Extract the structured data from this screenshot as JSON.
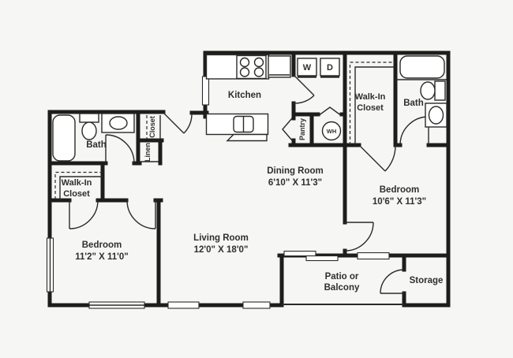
{
  "plan": {
    "type": "apartment-floor-plan",
    "rooms": {
      "kitchen": {
        "name": "Kitchen"
      },
      "dining": {
        "name": "Dining Room",
        "dims": "6'10\" X 11'3\""
      },
      "living": {
        "name": "Living Room",
        "dims": "12'0\" X 18'0\""
      },
      "bedroom_left": {
        "name": "Bedroom",
        "dims": "11'2\" X 11'0\""
      },
      "bedroom_right": {
        "name": "Bedroom",
        "dims": "10'6\" X 11'3\""
      },
      "bath_left": {
        "name": "Bath"
      },
      "bath_right": {
        "name": "Bath"
      },
      "walkin_left": {
        "line1": "Walk-In",
        "line2": "Closet"
      },
      "walkin_right": {
        "line1": "Walk-In",
        "line2": "Closet"
      },
      "patio": {
        "line1": "Patio or",
        "line2": "Balcony"
      },
      "storage": {
        "name": "Storage"
      },
      "pantry": {
        "name": "Pantry"
      },
      "linen": {
        "name": "Linen"
      },
      "entry_closet": {
        "name": "Closet"
      }
    },
    "appliances": {
      "washer": "W",
      "dryer": "D",
      "water_heater": "WH"
    },
    "colors": {
      "wall": "#1d1d1b",
      "line": "#2a2a28",
      "ink": "#2f2f2d",
      "bg": "#f6f6f4"
    }
  }
}
